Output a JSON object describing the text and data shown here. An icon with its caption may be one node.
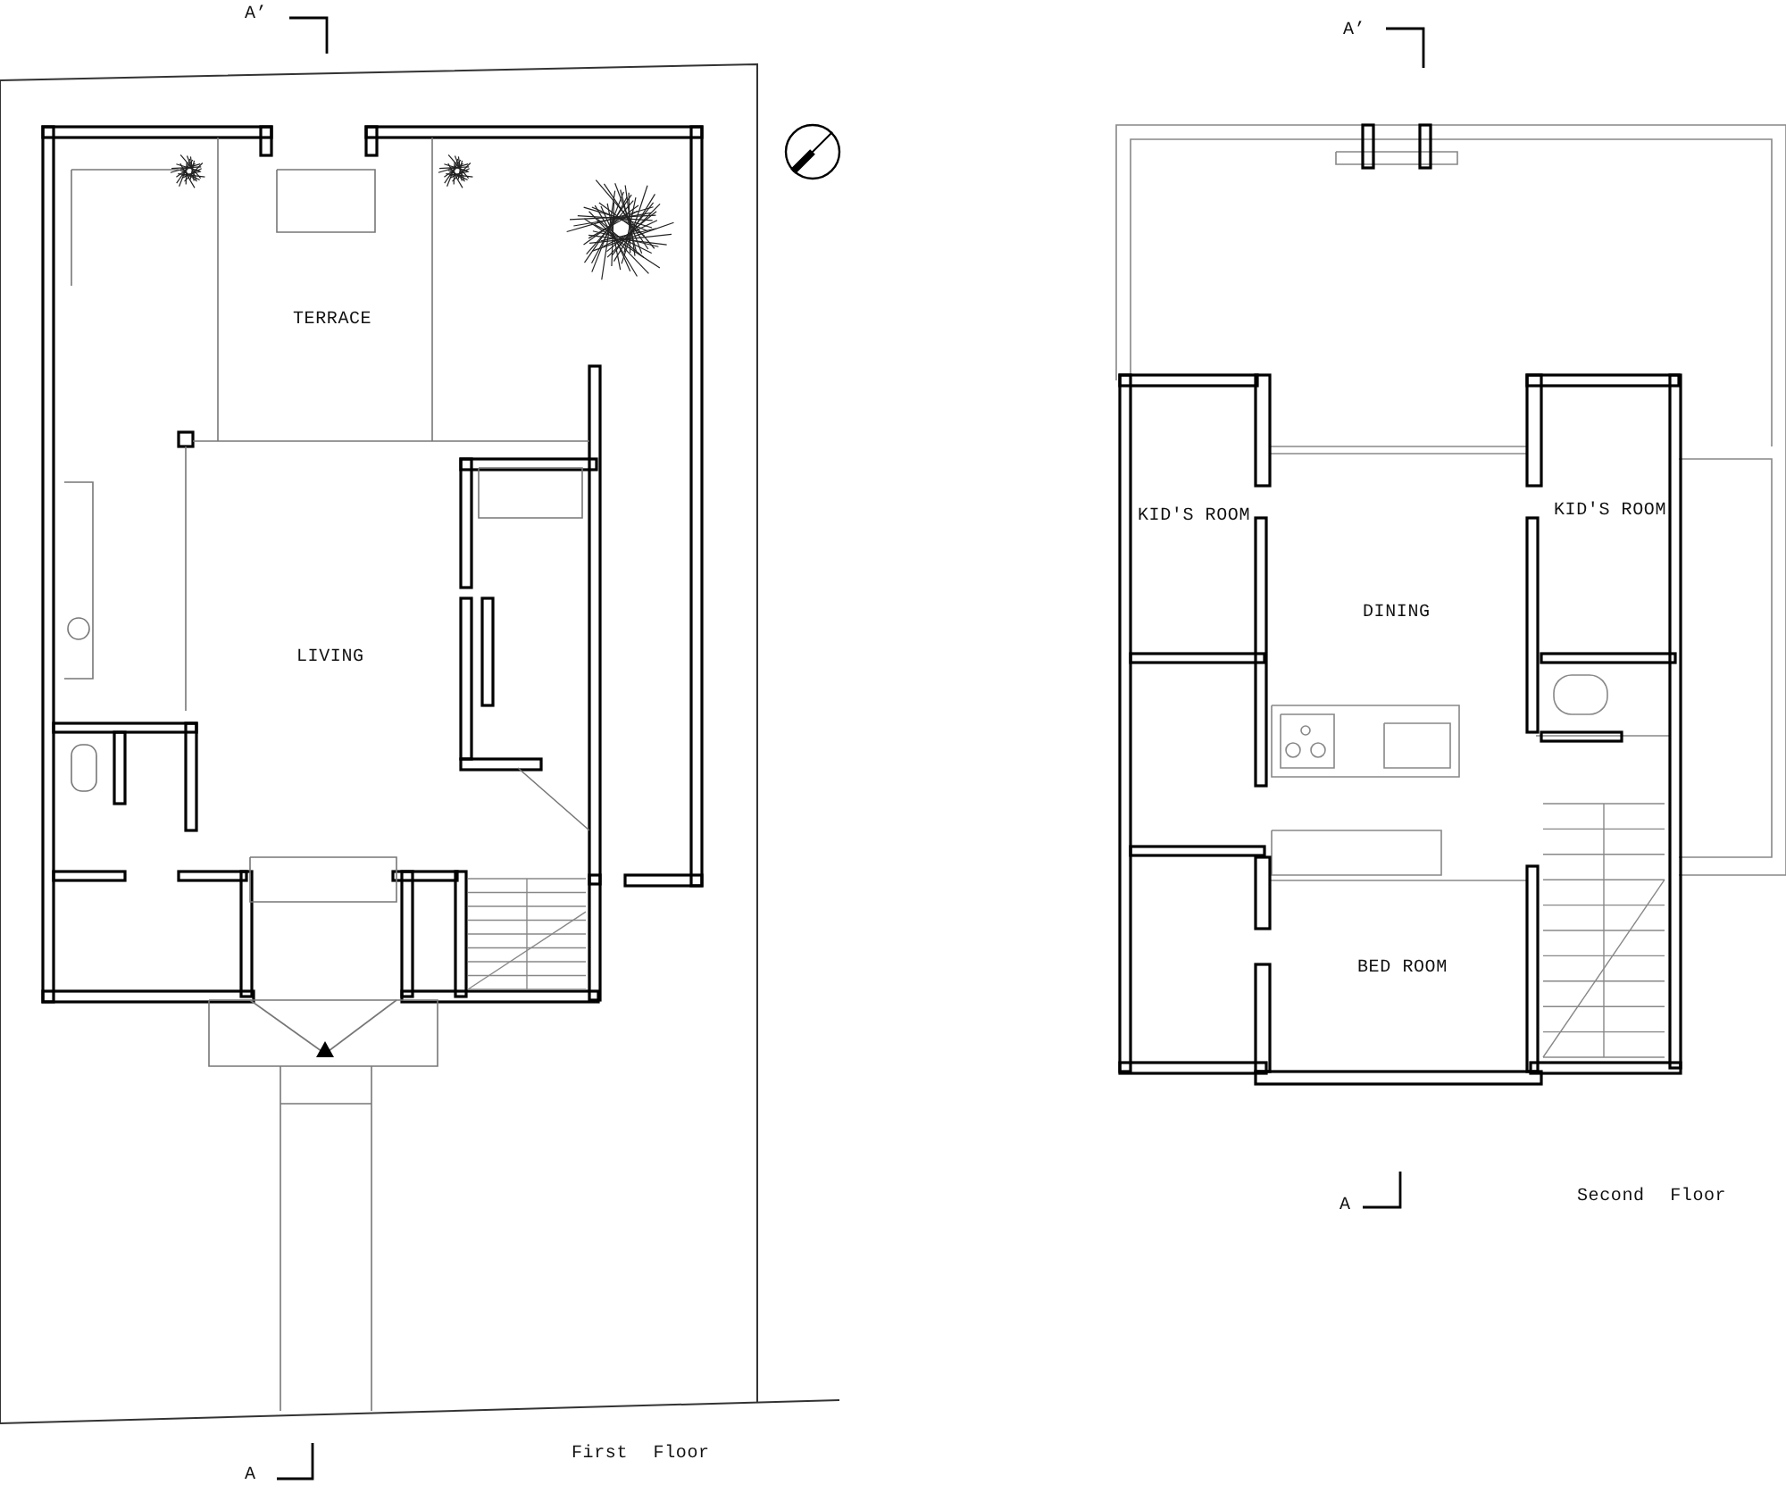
{
  "diagram": {
    "labels": [
      "A’",
      "A’",
      "TERRACE",
      "KID'S ROOM",
      "KID'S ROOM",
      "DINING",
      "LIVING",
      "BED ROOM",
      "A",
      "Second Floor",
      "First Floor",
      "A"
    ]
  }
}
